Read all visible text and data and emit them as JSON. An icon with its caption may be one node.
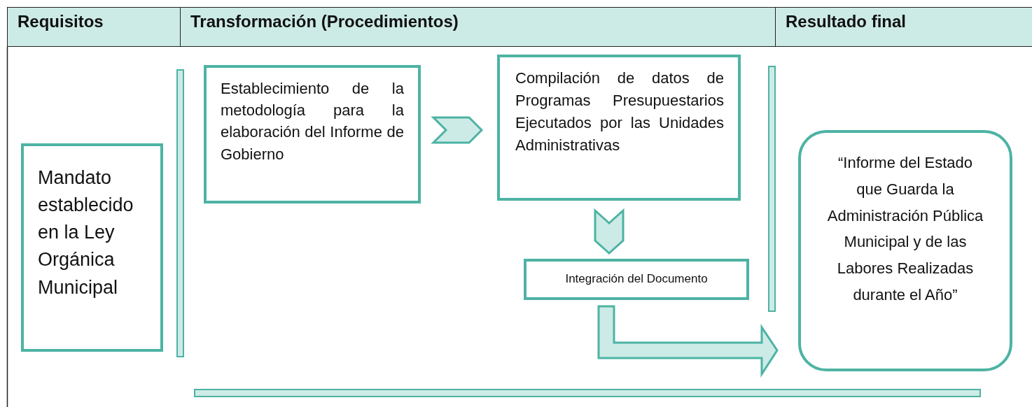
{
  "diagram": {
    "nodes": [
      {
        "text": [
          "Mandato establecido en la Ley Orgánica Municipal"
        ]
      },
      {
        "text": [
          "Establecimiento de la metodología para la elaboración del Informe de Gobierno"
        ]
      },
      {
        "text": [
          "Compilación de datos de Programas Presupuestarios Ejecutados por las Unidades Administrativas"
        ]
      },
      {
        "text": [
          "Integración del Documento"
        ]
      },
      {
        "text": [
          "“Informe del Estado que Guarda la Administración Pública Municipal y de las Labores Realizadas durante el Año”"
        ]
      },
      {
        "text": [],
        "shape": "bar"
      },
      {
        "text": [],
        "shape": "bar"
      },
      {
        "text": [],
        "shape": "bar"
      }
    ],
    "edges": [
      {
        "from": 1,
        "to": 2,
        "arrow": "to"
      },
      {
        "from": 2,
        "to": 3,
        "arrow": "to"
      },
      {
        "from": 3,
        "to": 4,
        "arrow": "to"
      }
    ],
    "labels": [
      "Requisitos",
      "Transformación (Procedimientos)",
      "Resultado final"
    ]
  }
}
